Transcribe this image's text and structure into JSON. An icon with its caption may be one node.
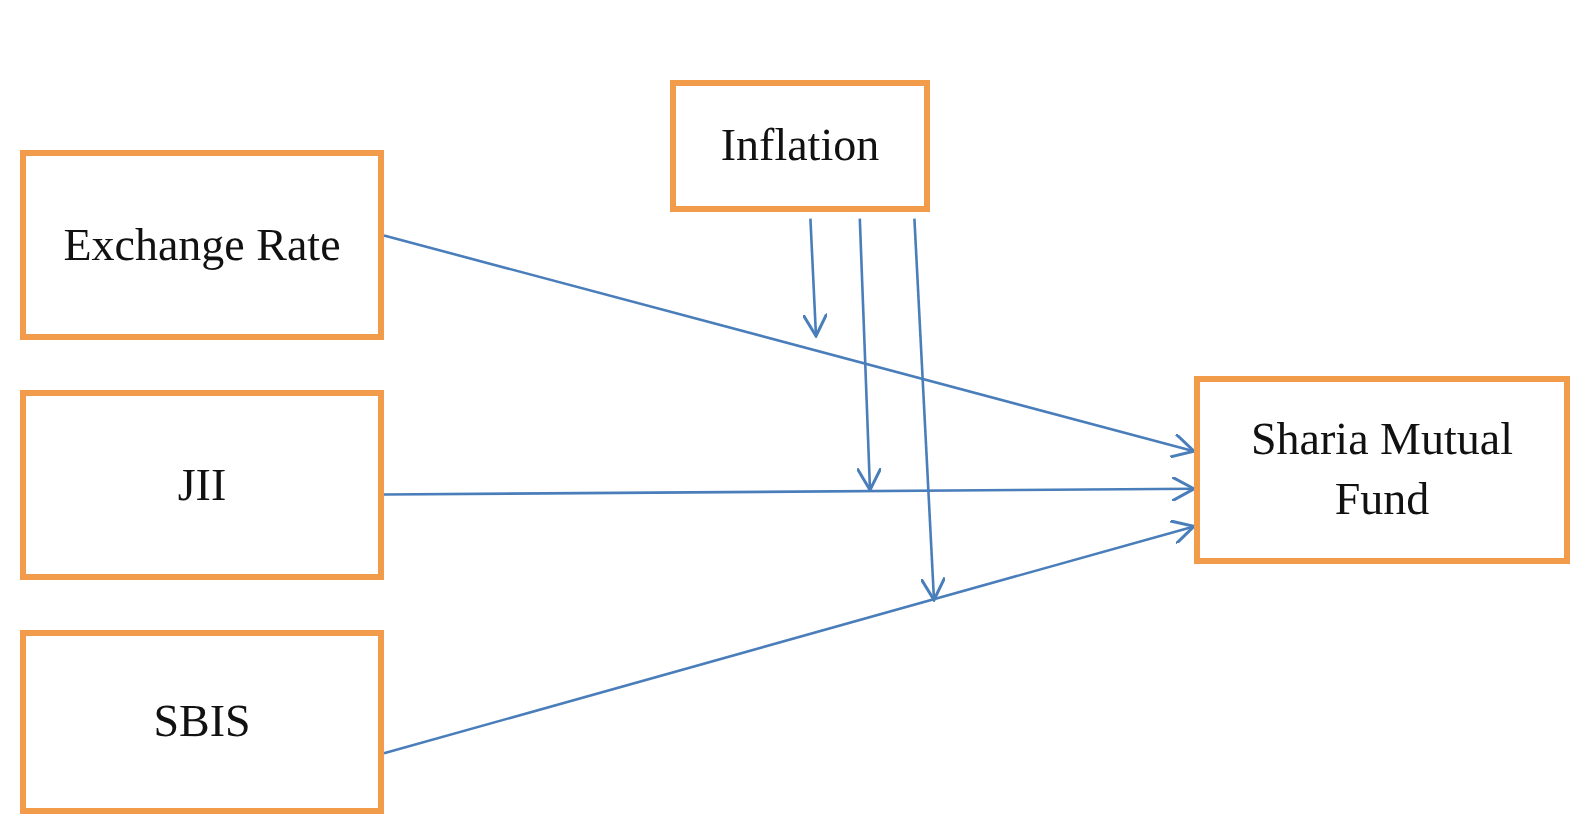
{
  "diagram": {
    "nodes": [
      {
        "text": [
          "Inflation"
        ]
      },
      {
        "text": [
          "Exchange Rate"
        ]
      },
      {
        "text": [
          "JII"
        ]
      },
      {
        "text": [
          "SBIS"
        ]
      },
      {
        "text": [
          "Sharia Mutual Fund"
        ]
      }
    ],
    "edges": [
      {
        "from": 1,
        "to": 4,
        "arrow": "to"
      },
      {
        "from": 2,
        "to": 4,
        "arrow": "to"
      },
      {
        "from": 3,
        "to": 4,
        "arrow": "to"
      },
      {
        "from": 0,
        "to": null,
        "arrow": "to"
      },
      {
        "from": 0,
        "to": null,
        "arrow": "to"
      },
      {
        "from": 0,
        "to": null,
        "arrow": "to"
      }
    ]
  }
}
